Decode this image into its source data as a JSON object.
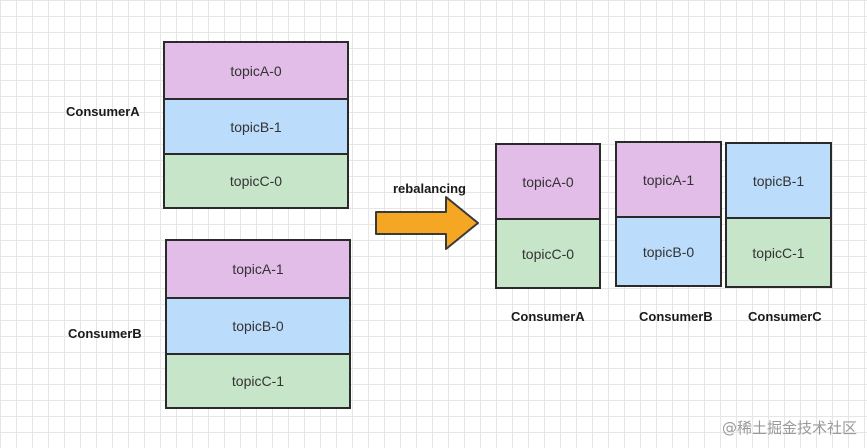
{
  "before": {
    "consumer_a": {
      "label": "ConsumerA",
      "partitions": [
        "topicA-0",
        "topicB-1",
        "topicC-0"
      ]
    },
    "consumer_b": {
      "label": "ConsumerB",
      "partitions": [
        "topicA-1",
        "topicB-0",
        "topicC-1"
      ]
    }
  },
  "arrow": {
    "label": "rebalancing",
    "color": "#f5a623"
  },
  "after": {
    "consumer_a": {
      "label": "ConsumerA",
      "partitions": [
        "topicA-0",
        "topicC-0"
      ]
    },
    "consumer_b": {
      "label": "ConsumerB",
      "partitions": [
        "topicA-1",
        "topicB-0"
      ]
    },
    "consumer_c": {
      "label": "ConsumerC",
      "partitions": [
        "topicB-1",
        "topicC-1"
      ]
    }
  },
  "colors": {
    "topicA": "#e2bde8",
    "topicB": "#bcdcfb",
    "topicC": "#c7e5c9",
    "border": "#2a2a2a"
  },
  "watermark": "@稀土掘金技术社区"
}
